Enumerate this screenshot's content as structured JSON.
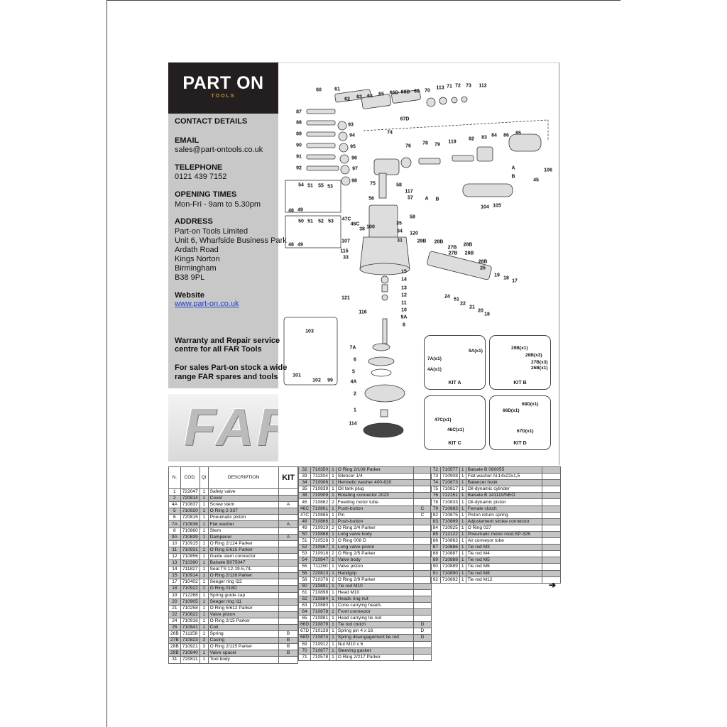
{
  "brand": {
    "name": "PART ON",
    "sub": "TOOLS"
  },
  "contact": {
    "heading": "CONTACT DETAILS",
    "email_label": "EMAIL",
    "email": "sales@part-ontools.co.uk",
    "phone_label": "TELEPHONE",
    "phone": "0121 439 7152",
    "hours_label": "OPENING TIMES",
    "hours": "Mon-Fri - 9am to 5.30pm",
    "address_label": "ADDRESS",
    "address": [
      "Part-on Tools Limited",
      "Unit 6, Wharfside Business Park",
      "Ardath Road",
      "Kings Norton",
      "Birmingham",
      "B38 9PL"
    ],
    "website_label": "Website",
    "website": "www.part-on.co.uk",
    "warranty": [
      "Warranty and Repair service",
      "centre for all FAR Tools"
    ],
    "sales": [
      "For sales Part-on stock a wide",
      "range FAR spares and tools"
    ]
  },
  "far_logo": "FAR",
  "diagram": {
    "callouts": [
      "60",
      "61",
      "62",
      "63",
      "64",
      "65",
      "66D",
      "68D",
      "69",
      "70",
      "113",
      "71",
      "72",
      "73",
      "112",
      "67D",
      "87",
      "88",
      "89",
      "90",
      "91",
      "92",
      "93",
      "94",
      "95",
      "96",
      "97",
      "98",
      "74",
      "76",
      "78",
      "79",
      "119",
      "82",
      "83",
      "84",
      "86",
      "85",
      "A",
      "B",
      "106",
      "45",
      "75",
      "58",
      "117",
      "57",
      "56",
      "A",
      "B",
      "104",
      "105",
      "54",
      "51",
      "55",
      "53",
      "48",
      "49",
      "50",
      "51",
      "52",
      "53",
      "48",
      "49",
      "47C",
      "46C",
      "38",
      "100",
      "58",
      "35",
      "34",
      "107",
      "31",
      "120",
      "29B",
      "28B",
      "27B",
      "28B",
      "27B",
      "28B",
      "26B",
      "115",
      "33",
      "25",
      "19",
      "18",
      "17",
      "15",
      "14",
      "13",
      "12",
      "11",
      "10",
      "9A",
      "8",
      "121",
      "116",
      "24",
      "51",
      "22",
      "21",
      "20",
      "18",
      "103",
      "101",
      "102",
      "99",
      "7A",
      "6",
      "5",
      "4A",
      "2",
      "1",
      "114"
    ]
  },
  "kits": [
    {
      "title": "KIT A",
      "items": [
        "9A(x1)",
        "7A(x1)",
        "4A(x1)"
      ]
    },
    {
      "title": "KIT B",
      "items": [
        "29B(x1)",
        "28B(x3)",
        "27B(x3)",
        "26B(x1)"
      ]
    },
    {
      "title": "KIT C",
      "items": [
        "47C(x1)",
        "46C(x1)"
      ]
    },
    {
      "title": "KIT D",
      "items": [
        "68D(x1)",
        "66D(x1)",
        "67D(x1)"
      ]
    }
  ],
  "table_headers": {
    "n": "N.",
    "cod": "COD.",
    "qt": "Qt",
    "desc": "DESCRIPTION",
    "kit": "KIT"
  },
  "parts1": [
    [
      "1",
      "722047",
      "1",
      "Safety valve",
      ""
    ],
    [
      "2",
      "720814",
      "1",
      "Cover",
      ""
    ],
    [
      "4A",
      "710837",
      "1",
      "Screw stem",
      "A"
    ],
    [
      "5",
      "710920",
      "1",
      "O Ring 2-337",
      ""
    ],
    [
      "6",
      "720815",
      "1",
      "Pneumatic piston",
      ""
    ],
    [
      "7A",
      "710836",
      "1",
      "Flat washer",
      "A"
    ],
    [
      "8",
      "710860",
      "1",
      "Stem",
      ""
    ],
    [
      "9A",
      "710839",
      "1",
      "Dampener",
      "A"
    ],
    [
      "10",
      "710915",
      "1",
      "O Ring 2/124 Parker",
      ""
    ],
    [
      "11",
      "710931",
      "1",
      "O Ring 5/615 Parker",
      ""
    ],
    [
      "12",
      "710856",
      "1",
      "Guide stem connector",
      ""
    ],
    [
      "13",
      "710390",
      "1",
      "Balsele B075047",
      ""
    ],
    [
      "14",
      "711827",
      "1",
      "Seal TS 12-19-5,7/L",
      ""
    ],
    [
      "15",
      "710914",
      "1",
      "O Ring 2/116 Parker",
      ""
    ],
    [
      "17",
      "710402",
      "1",
      "Seeger ring I22",
      ""
    ],
    [
      "18",
      "710922",
      "2",
      "O Ring 018D",
      ""
    ],
    [
      "19",
      "712268",
      "1",
      "Spring guide cap",
      ""
    ],
    [
      "20",
      "710905",
      "1",
      "Seeger ring I11",
      ""
    ],
    [
      "21",
      "710258",
      "1",
      "O Ring 5/612 Parker",
      ""
    ],
    [
      "22",
      "710822",
      "1",
      "Valve piston",
      ""
    ],
    [
      "24",
      "710916",
      "1",
      "O Ring 2/15 Parker",
      ""
    ],
    [
      "25",
      "710841",
      "1",
      "Coil",
      ""
    ],
    [
      "26B",
      "711158",
      "1",
      "Spring",
      "B"
    ],
    [
      "27B",
      "710823",
      "3",
      "Casing",
      "B"
    ],
    [
      "28B",
      "710921",
      "3",
      "O Ring 2/115 Parker",
      "B"
    ],
    [
      "29B",
      "710840",
      "1",
      "Valve spacer",
      "B"
    ],
    [
      "31",
      "720811",
      "1",
      "Tool body",
      ""
    ]
  ],
  "parts2": [
    [
      "32",
      "710350",
      "1",
      "O Ring 2/109 Parker",
      ""
    ],
    [
      "33",
      "711304",
      "1",
      "Silencer 1/4",
      ""
    ],
    [
      "34",
      "710906",
      "1",
      "Hermetic washer 400-820",
      ""
    ],
    [
      "35",
      "710839",
      "1",
      "Oil tank plug",
      ""
    ],
    [
      "38",
      "710909",
      "1",
      "Rotating connector 2023",
      ""
    ],
    [
      "45",
      "710862",
      "2",
      "Feeding motor tube",
      ""
    ],
    [
      "46C",
      "710861",
      "1",
      "Push-button",
      "C"
    ],
    [
      "47C",
      "710885",
      "1",
      "Pin",
      "C"
    ],
    [
      "48",
      "710866",
      "2",
      "Push-button",
      ""
    ],
    [
      "49",
      "710919",
      "2",
      "O Ring 2/4 Parker",
      ""
    ],
    [
      "50",
      "710868",
      "1",
      "Long valve body",
      ""
    ],
    [
      "51",
      "710528",
      "3",
      "O Ring 008 D",
      ""
    ],
    [
      "52",
      "710867",
      "1",
      "Long valve piston",
      ""
    ],
    [
      "53",
      "710918",
      "2",
      "O Ring 2/5 Parker",
      ""
    ],
    [
      "54",
      "710847",
      "1",
      "Valve body",
      ""
    ],
    [
      "55",
      "711150",
      "1",
      "Valve piston",
      ""
    ],
    [
      "56",
      "720813",
      "1",
      "Handgrip",
      ""
    ],
    [
      "58",
      "710376",
      "2",
      "O Ring 2/9 Parker",
      ""
    ],
    [
      "60",
      "710891",
      "1",
      "Tie rod M10",
      ""
    ],
    [
      "61",
      "710898",
      "1",
      "Head M10",
      ""
    ],
    [
      "62",
      "710884",
      "1",
      "Heads ring nut",
      ""
    ],
    [
      "63",
      "710880",
      "1",
      "Cone carrying heads",
      ""
    ],
    [
      "64",
      "710878",
      "1",
      "Front connector",
      ""
    ],
    [
      "65",
      "710881",
      "1",
      "Head carrying tie rod",
      ""
    ],
    [
      "66D",
      "710879",
      "1",
      "Tie rod clutch",
      "D"
    ],
    [
      "67D",
      "710138",
      "1",
      "Spring pin 4 x 16",
      "D"
    ],
    [
      "68D",
      "710874",
      "1",
      "Spring disengagement tie rod",
      "D"
    ],
    [
      "69",
      "710912",
      "1",
      "Nut M10 x 6",
      ""
    ],
    [
      "70",
      "710877",
      "1",
      "Sleeving gasket",
      ""
    ],
    [
      "71",
      "710578",
      "1",
      "O Ring 2/217 Parker",
      ""
    ]
  ],
  "parts3": [
    [
      "72",
      "710577",
      "1",
      "Balsele B 080055",
      ""
    ],
    [
      "73",
      "710908",
      "1",
      "Flat washer Al.14x22x1,5",
      ""
    ],
    [
      "74",
      "710873",
      "1",
      "Balancer hook",
      ""
    ],
    [
      "75",
      "710817",
      "1",
      "Oil-dynamic cylinder",
      ""
    ],
    [
      "76",
      "712151",
      "1",
      "Balsele B 141110/NEO",
      ""
    ],
    [
      "78",
      "710833",
      "1",
      "Oil-dynamic piston",
      ""
    ],
    [
      "79",
      "710883",
      "1",
      "Female clutch",
      ""
    ],
    [
      "82",
      "710875",
      "1",
      "Piston return spring",
      ""
    ],
    [
      "83",
      "710869",
      "1",
      "Adjustement stroke connector",
      ""
    ],
    [
      "84",
      "710925",
      "1",
      "O Ring 027",
      ""
    ],
    [
      "85",
      "712122",
      "1",
      "Pneumatic motor mod.SP-326",
      ""
    ],
    [
      "86",
      "710863",
      "1",
      "Air conveyor tube",
      ""
    ],
    [
      "87",
      "710886",
      "1",
      "Tie rod M3",
      ""
    ],
    [
      "88",
      "710887",
      "1",
      "Tie rod M4",
      ""
    ],
    [
      "89",
      "710888",
      "1",
      "Tie rod M5",
      ""
    ],
    [
      "90",
      "710889",
      "1",
      "Tie rod M6",
      ""
    ],
    [
      "91",
      "710890",
      "1",
      "Tie rod M8",
      ""
    ],
    [
      "92",
      "710892",
      "1",
      "Tie rod M12",
      ""
    ]
  ],
  "next_arrow": "➔"
}
